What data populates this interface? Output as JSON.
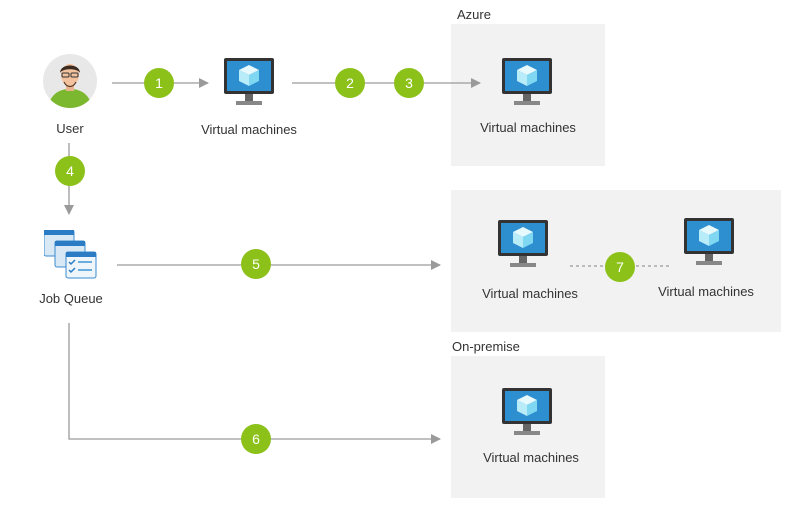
{
  "regions": {
    "azure": "Azure",
    "on_premise": "On-premise"
  },
  "nodes": {
    "user": "User",
    "job_queue": "Job Queue",
    "vm_local": "Virtual machines",
    "vm_azure": "Virtual machines",
    "vm_mid_left": "Virtual machines",
    "vm_mid_right": "Virtual machines",
    "vm_onprem": "Virtual machines"
  },
  "steps": [
    "1",
    "2",
    "3",
    "4",
    "5",
    "6",
    "7"
  ],
  "colors": {
    "step_badge": "#8cc11a",
    "panel": "#f2f2f2",
    "connector": "#9a9a9a",
    "monitor_screen": "#2d8ed0",
    "cube": "#b9ecf9"
  },
  "icons": {
    "user": "user-avatar-icon",
    "vm": "virtual-machine-icon",
    "queue": "job-queue-icon"
  }
}
